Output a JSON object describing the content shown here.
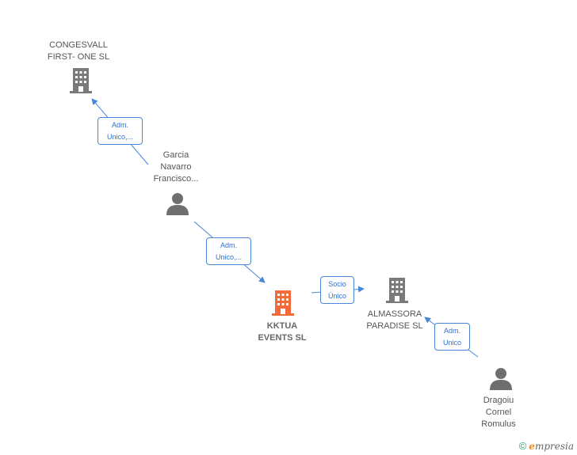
{
  "nodes": {
    "congesvall": {
      "line1": "CONGESVALL",
      "line2": "FIRST- ONE SL"
    },
    "garcia": {
      "line1": "Garcia",
      "line2": "Navarro",
      "line3": "Francisco..."
    },
    "kktua": {
      "line1": "KKTUA",
      "line2": "EVENTS  SL"
    },
    "almassora": {
      "line1": "ALMASSORA",
      "line2": "PARADISE  SL"
    },
    "dragoiu": {
      "line1": "Dragoiu",
      "line2": "Cornel",
      "line3": "Romulus"
    }
  },
  "edges": {
    "garcia_congesvall": {
      "line1": "Adm.",
      "line2": "Unico,..."
    },
    "garcia_kktua": {
      "line1": "Adm.",
      "line2": "Unico,..."
    },
    "kktua_almassora": {
      "line1": "Socio",
      "line2": "Único"
    },
    "dragoiu_almassora": {
      "line1": "Adm.",
      "line2": "Unico"
    }
  },
  "brand": {
    "copyright": "©",
    "initial": "e",
    "rest": "mpresia"
  },
  "colors": {
    "company_gray": "#7a7a7a",
    "company_main": "#f26a3a",
    "person_gray": "#6e6e6e",
    "edge": "#4a86d8"
  },
  "icons": {
    "company": "building-icon",
    "person": "person-icon"
  }
}
